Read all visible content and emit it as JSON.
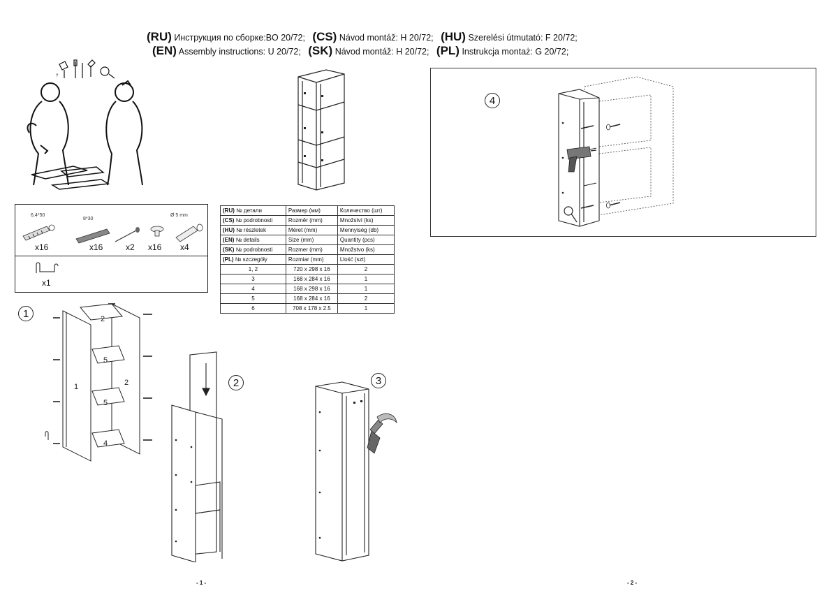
{
  "header": {
    "line1": [
      {
        "lang": "(RU)",
        "text": "Инструкция по сборке:BO 20/72;"
      },
      {
        "lang": "(CS)",
        "text": "Návod montáž: H 20/72;"
      },
      {
        "lang": "(HU)",
        "text": "Szerelési útmutató: F 20/72;"
      }
    ],
    "line2": [
      {
        "lang": "(EN)",
        "text": "Assembly instructions: U 20/72;"
      },
      {
        "lang": "(SK)",
        "text": "Návod montáž: H 20/72;"
      },
      {
        "lang": "(PL)",
        "text": "Instrukcja montaż: G 20/72;"
      }
    ]
  },
  "hardware": {
    "dowel_size": "6,4*50",
    "pin_size": "8*30",
    "screw_size": "Ø 5 mm",
    "quantities": [
      "x16",
      "x16",
      "x2",
      "x16",
      "x4"
    ],
    "hook_qty": "x1"
  },
  "spec_table": {
    "header_rows": [
      [
        "(RU)",
        "№ детали",
        "Размер  (мм)",
        "Количество (шт)"
      ],
      [
        "(CS)",
        "№ podrobnosti",
        "Rozměr (mm)",
        "Množství  (ks)"
      ],
      [
        "(HU)",
        "№ részletek",
        "Méret (mm)",
        "Mennyiség (db)"
      ],
      [
        "(EN)",
        "№ details",
        "Size (mm)",
        "Quantity  (pcs)"
      ],
      [
        "(SK)",
        "№ podrobnosti",
        "Rozmer (mm)",
        "Množstvo (ks)"
      ],
      [
        "(PL)",
        "№ szczegóły",
        "Rozmiar (mm)",
        "Llość (szt)"
      ]
    ],
    "rows": [
      [
        "1, 2",
        "720 x 298 x 16",
        "2"
      ],
      [
        "3",
        "168 x 284 x 16",
        "1"
      ],
      [
        "4",
        "168 x 298 x 16",
        "1"
      ],
      [
        "5",
        "168 x 284 x 16",
        "2"
      ],
      [
        "6",
        "708 x 178 x 2.5",
        "1"
      ]
    ]
  },
  "steps": {
    "step1": "1",
    "step2": "2",
    "step3": "3",
    "step4": "4"
  },
  "step1_labels": {
    "top": "2",
    "shelf_a": "5",
    "shelf_b": "5",
    "bottom": "4",
    "left_side": "1",
    "right_side": "2"
  },
  "pages": {
    "left": "- 1 -",
    "right": "- 2 -"
  }
}
